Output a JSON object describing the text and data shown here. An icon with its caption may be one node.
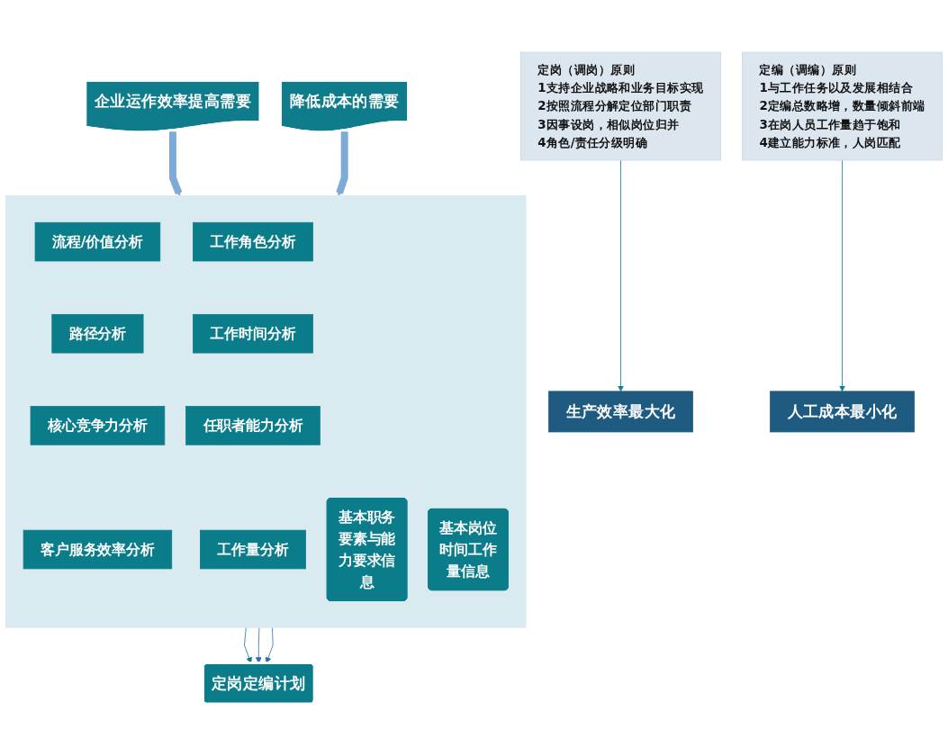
{
  "diagram": {
    "nodes": [
      {
        "text": [
          "企业运作效率提高需要"
        ]
      },
      {
        "text": [
          "降低成本的需要"
        ]
      },
      {
        "text": [
          "定岗（调岗）原则",
          "1支持企业战略和业务目标实现",
          "2按照流程分解定位部门职责",
          "3因事设岗，相似岗位归并",
          "4角色/责任分级明确"
        ]
      },
      {
        "text": [
          "定编（调编）原则",
          "1与工作任务以及发展相结合",
          "2定编总数略增，数量倾斜前端",
          "3在岗人员工作量趋于饱和",
          "4建立能力标准，人岗匹配"
        ]
      },
      {
        "text": [
          "生产效率最大化"
        ]
      },
      {
        "text": [
          "人工成本最小化"
        ]
      },
      {
        "text": [],
        "shape": "box"
      },
      {
        "text": [
          "流程/价值分析"
        ],
        "in": 6
      },
      {
        "text": [
          "路径分析"
        ],
        "in": 6
      },
      {
        "text": [
          "核心竞争力分析"
        ],
        "in": 6
      },
      {
        "text": [
          "客户服务效率分析"
        ],
        "in": 6
      },
      {
        "text": [
          "基本职务要素与能力要求信息"
        ],
        "in": 6
      },
      {
        "text": [
          "基本岗位时间工作量信息"
        ],
        "in": 6
      },
      {
        "text": [
          "工作角色分析"
        ],
        "in": 6
      },
      {
        "text": [
          "工作时间分析"
        ],
        "in": 6
      },
      {
        "text": [
          "任职者能力分析"
        ],
        "in": 6
      },
      {
        "text": [
          "工作量分析"
        ],
        "in": 6
      },
      {
        "text": [
          "定岗定编计划"
        ]
      }
    ],
    "edges": [
      {
        "from": 0,
        "to": 6,
        "arrow": "to",
        "style": "thick",
        "color": "#7eaad6"
      },
      {
        "from": 1,
        "to": 6,
        "arrow": "to",
        "style": "thick",
        "color": "#7eaad6"
      },
      {
        "from": 2,
        "to": 4,
        "arrow": "to"
      },
      {
        "from": 3,
        "to": 5,
        "arrow": "to"
      },
      {
        "from": 6,
        "to": 17,
        "arrow": "to"
      },
      {
        "from": 6,
        "to": 17,
        "arrow": "to",
        "color": "#2e6ea6"
      },
      {
        "from": 6,
        "to": 17,
        "arrow": "to",
        "color": "#2e6ea6"
      }
    ]
  }
}
